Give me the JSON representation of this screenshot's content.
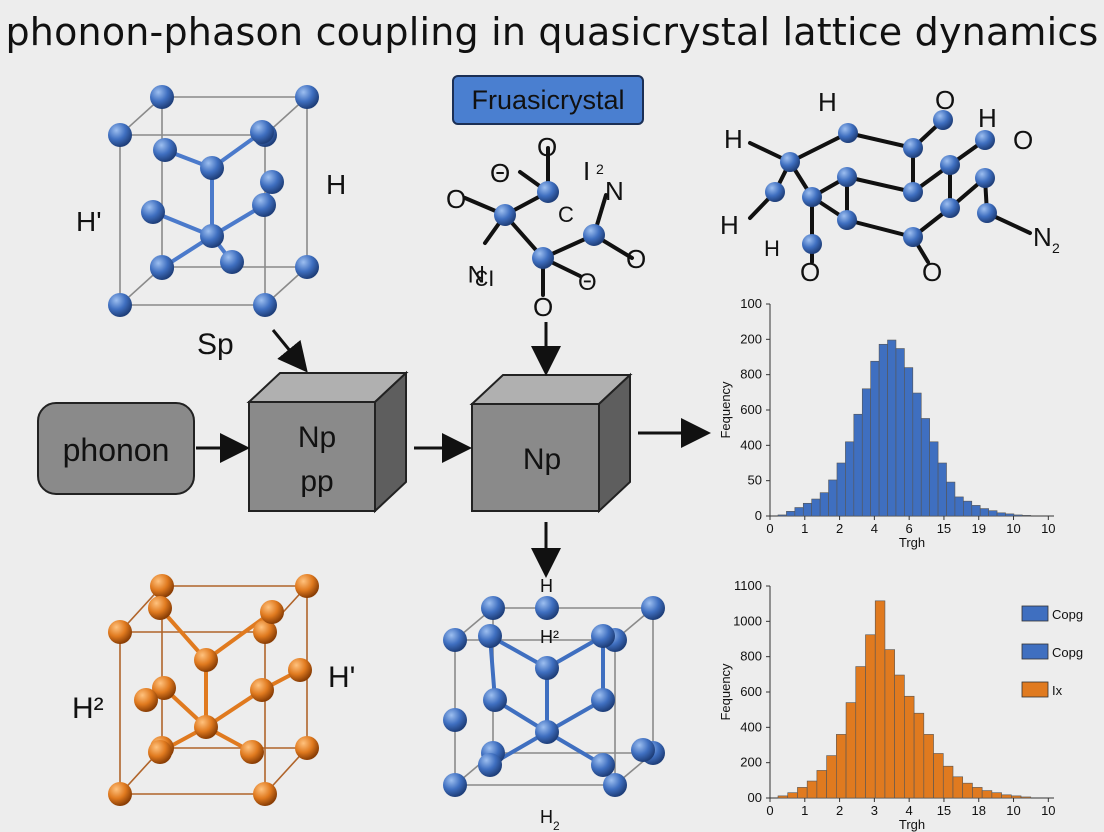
{
  "title": "phonon-phason coupling in quasicrystal lattice dynamics",
  "badge": {
    "label": "Fruasicrystal",
    "color": "#4a7fd0"
  },
  "colors": {
    "blue_atom": "#3f6fc0",
    "orange_atom": "#e07a1f",
    "box_gray": "#8a8a8a"
  },
  "flow": {
    "phonon_box": "phonon",
    "box1_line1": "Np",
    "box1_line2": "pp",
    "box2_label": "Np",
    "sp_label": "Sp"
  },
  "labels": {
    "top_left_h_prime": "H'",
    "top_left_h": "H",
    "center_mol": {
      "o_top": "O",
      "theta_top": "Θ",
      "i2n": "I",
      "i2n_sub": "2",
      "i2n_n": "N",
      "o_left": "O",
      "c": "C",
      "o_right": "O",
      "n_rot": "N",
      "n_rot2": "ƐI",
      "theta_bot": "Θ",
      "o_bot": "O"
    },
    "top_right_mol": {
      "h1": "H",
      "o1": "O",
      "h2": "H",
      "o2": "O",
      "h_left": "H",
      "h_left2": "H",
      "h_bot": "H",
      "o_bot1": "O",
      "o_bot2": "O",
      "n2": "N",
      "n2_sub": "2"
    },
    "bottom_left_h2": "H²",
    "bottom_left_h_prime": "H'",
    "bottom_center_h": "H",
    "bottom_center_h2": "H²",
    "bottom_center_h_sub": "H",
    "bottom_center_h_sub2": "2"
  },
  "chart_data": [
    {
      "type": "bar",
      "title": "",
      "xlabel": "Trgh",
      "ylabel": "Fequency",
      "yticks": [
        "0",
        "50",
        "400",
        "600",
        "800",
        "200",
        "100"
      ],
      "xticks": [
        "0",
        "1",
        "2",
        "4",
        "6",
        "15",
        "19",
        "10",
        "10"
      ],
      "color": "#3f6fc0",
      "values": [
        0.5,
        2.2,
        4,
        6,
        8,
        11,
        17,
        25,
        35,
        48,
        60,
        73,
        81,
        83,
        79,
        70,
        58,
        46,
        35,
        25,
        16,
        9,
        7,
        5,
        3.5,
        2.5,
        1.5,
        1,
        0.5,
        0.3
      ]
    },
    {
      "type": "bar",
      "title": "",
      "xlabel": "Trgh",
      "ylabel": "Fequency",
      "yticks": [
        "00",
        "200",
        "400",
        "600",
        "800",
        "1000",
        "1100"
      ],
      "xticks": [
        "0",
        "1",
        "2",
        "3",
        "4",
        "15",
        "18",
        "10",
        "10"
      ],
      "color": "#e07a1f",
      "legend": [
        {
          "label": "Copg",
          "color": "#3f6fc0"
        },
        {
          "label": "Copg",
          "color": "#3f6fc0"
        },
        {
          "label": "Ix",
          "color": "#e07a1f"
        }
      ],
      "values": [
        1,
        2.5,
        5,
        8,
        13,
        20,
        30,
        45,
        62,
        77,
        93,
        70,
        58,
        48,
        40,
        30,
        21,
        15,
        10,
        7,
        5,
        3.5,
        2.5,
        1.5,
        1,
        0.5
      ]
    }
  ]
}
